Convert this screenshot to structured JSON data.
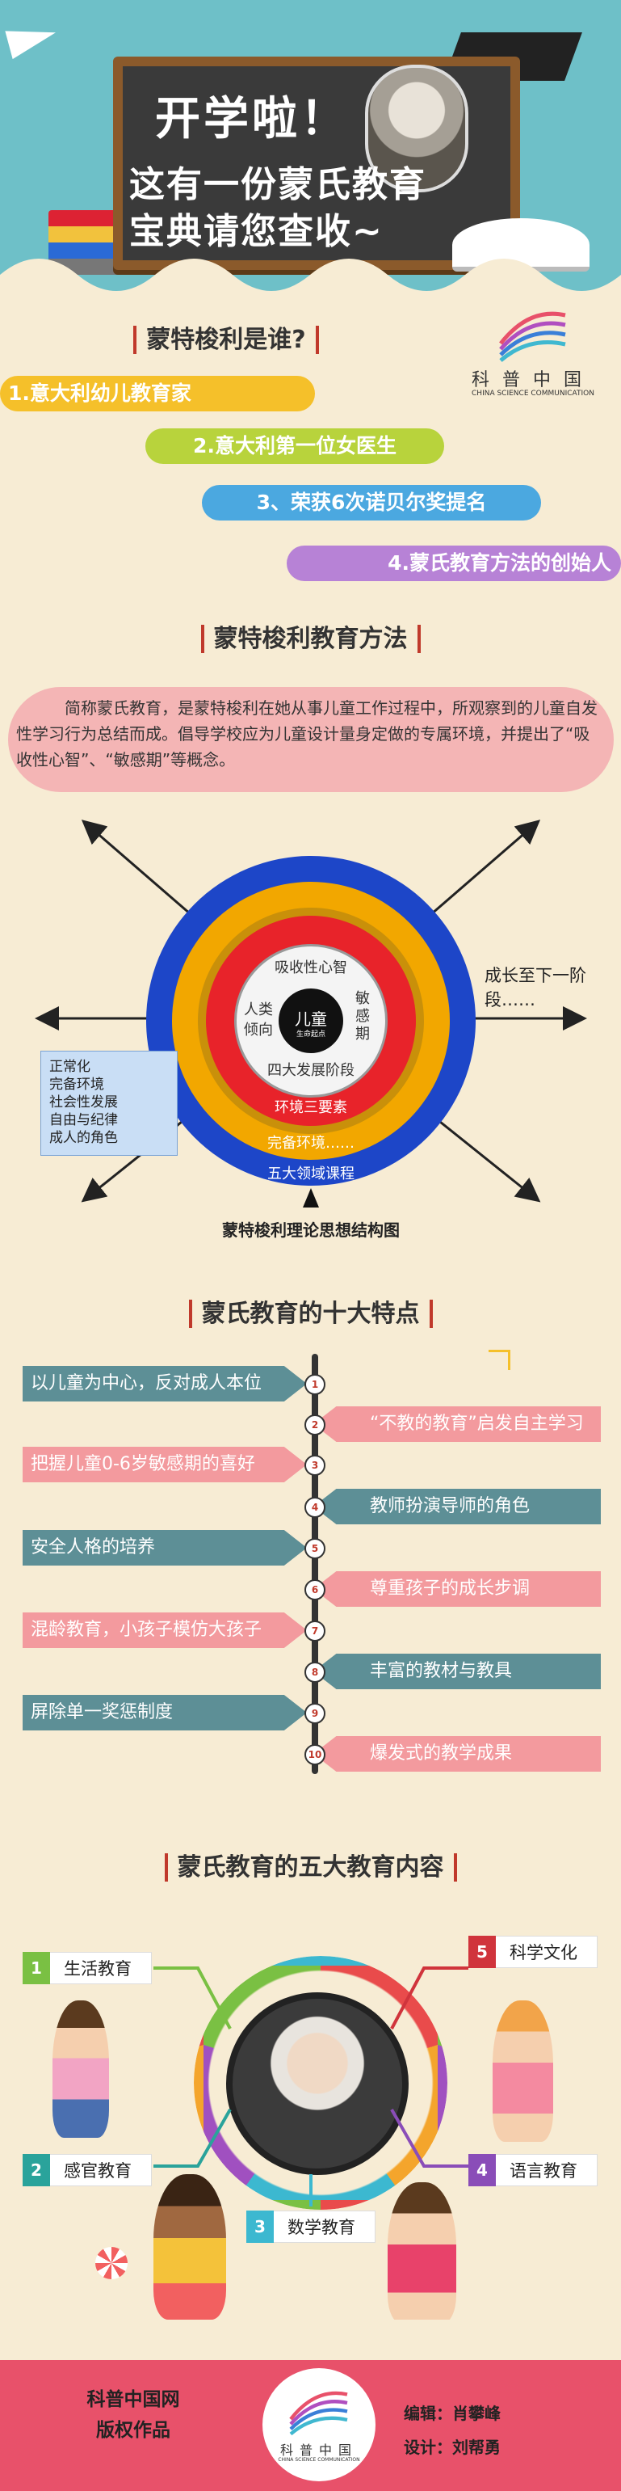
{
  "header": {
    "board_title": "开学啦！",
    "board_line1": "这有一份蒙氏教育",
    "board_line2": "宝典请您查收~"
  },
  "logo": {
    "cn": "科普中国",
    "en": "CHINA SCIENCE COMMUNICATION"
  },
  "section1": {
    "title": "蒙特梭利是谁?",
    "items": [
      {
        "label": "1.意大利幼儿教育家",
        "color": "#f5c02a"
      },
      {
        "label": "2.意大利第一位女医生",
        "color": "#b8d33c"
      },
      {
        "label": "3、荣获6次诺贝尔奖提名",
        "color": "#4ba8e0"
      },
      {
        "label": "4.蒙氏教育方法的创始人",
        "color": "#b782d6"
      }
    ]
  },
  "section2": {
    "title": "蒙特梭利教育方法",
    "intro": "简称蒙氏教育，是蒙特梭利在她从事儿童工作过程中，所观察到的儿童自发性学习行为总结而成。倡导学校应为儿童设计量身定做的专属环境，并提出了“吸收性心智”、“敏感期”等概念。",
    "diagram": {
      "center": "儿童",
      "center_sub": "生命起点",
      "absorb": "吸收性心智",
      "human": "人类",
      "tendency": "倾向",
      "sensitive": "敏感期",
      "stages": "四大发展阶段",
      "env3": "环境三要素",
      "complete": "完备环境……",
      "five_areas": "五大领域课程",
      "next_stage": "成长至下一阶段……",
      "note_lines": [
        "正常化",
        "完备环境",
        "社会性发展",
        "自由与纪律",
        "成人的角色"
      ],
      "caption": "蒙特梭利理论思想结构图"
    }
  },
  "section3": {
    "title": "蒙氏教育的十大特点",
    "features": [
      {
        "num": "1",
        "label": "以儿童为中心，反对成人本位"
      },
      {
        "num": "2",
        "label": "“不教的教育”启发自主学习"
      },
      {
        "num": "3",
        "label": "把握儿童0-6岁敏感期的喜好"
      },
      {
        "num": "4",
        "label": "教师扮演导师的角色"
      },
      {
        "num": "5",
        "label": "安全人格的培养"
      },
      {
        "num": "6",
        "label": "尊重孩子的成长步调"
      },
      {
        "num": "7",
        "label": "混龄教育，小孩子模仿大孩子"
      },
      {
        "num": "8",
        "label": "丰富的教材与教具"
      },
      {
        "num": "9",
        "label": "屏除单一奖惩制度"
      },
      {
        "num": "10",
        "label": "爆发式的教学成果"
      }
    ]
  },
  "section4": {
    "title": "蒙氏教育的五大教育内容",
    "items": [
      {
        "num": "1",
        "label": "生活教育",
        "color": "#7ac043"
      },
      {
        "num": "2",
        "label": "感官教育",
        "color": "#2aa39b"
      },
      {
        "num": "3",
        "label": "数学教育",
        "color": "#3cb8d0"
      },
      {
        "num": "4",
        "label": "语言教育",
        "color": "#8a4db8"
      },
      {
        "num": "5",
        "label": "科学文化",
        "color": "#d0343c"
      }
    ]
  },
  "footer": {
    "line1": "科普中国网",
    "line2": "版权作品",
    "editor_label": "编辑：",
    "editor": "肖攀峰",
    "designer_label": "设计：",
    "designer": "刘帮勇"
  },
  "colors": {
    "background": "#f7ecd4",
    "header": "#6ec0c8",
    "footer": "#e8516a",
    "accent": "#c0392b"
  }
}
